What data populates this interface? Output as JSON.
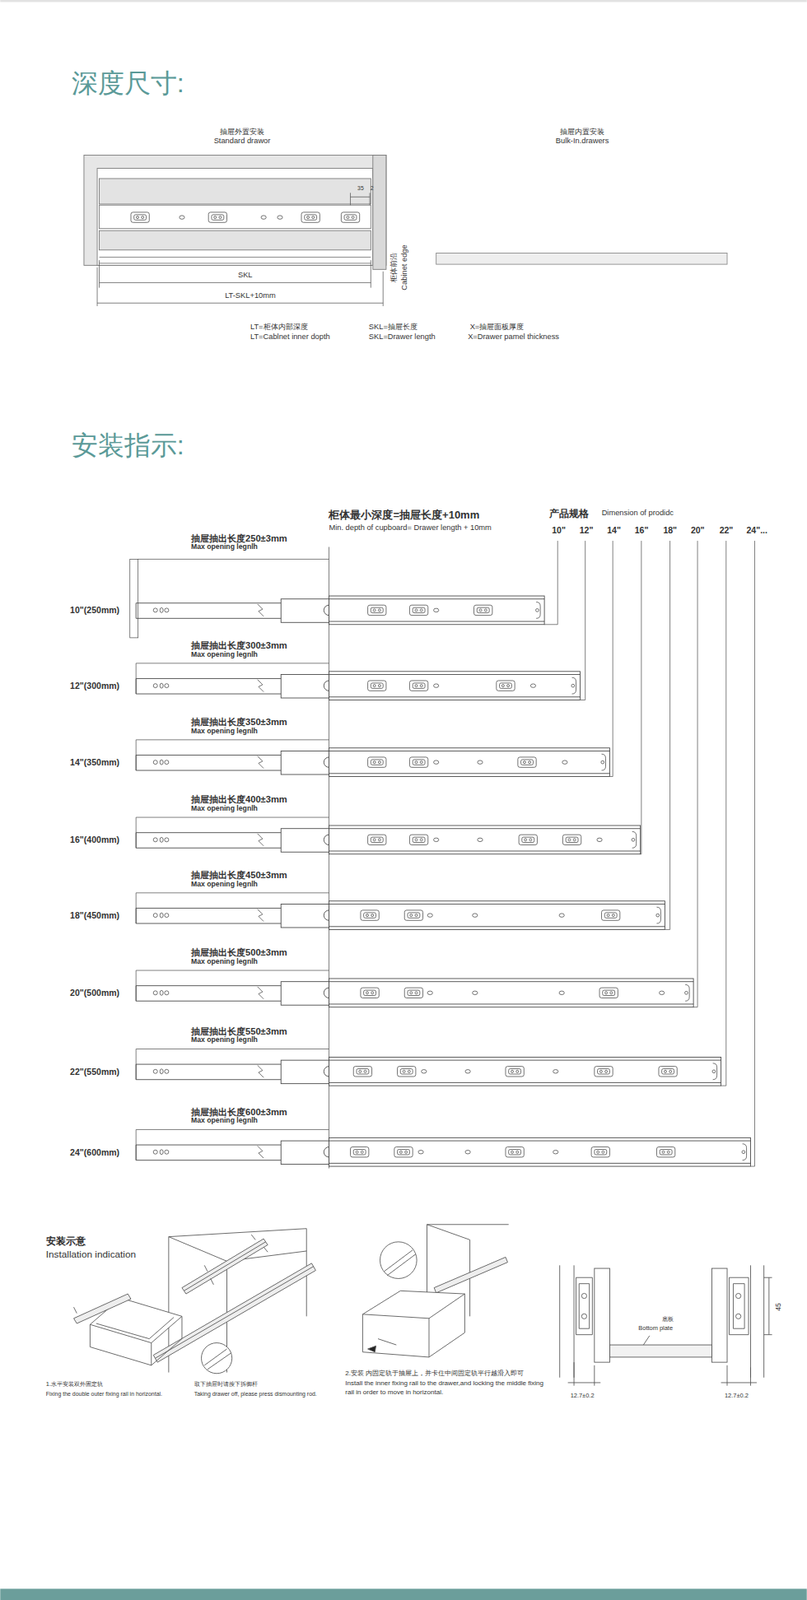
{
  "diagram": {
    "labels": [
      "深度尺寸:",
      "抽屉外置安装",
      "Standard drawor",
      "抽屉内置安装",
      "Bulk-In.drawers",
      "35",
      "2",
      "柜体前沿",
      "Cabinet edge",
      "SKL",
      "LT-SKL+10mm",
      "LT=柜体内部深度",
      "LT=Cablnet inner dopth",
      "SKL=抽屉长度",
      "SKL=Drawer length",
      "X=抽屉面板厚度",
      "X=Drawer pamel thickness",
      "安装指示:",
      "柜体最小深度=抽屉长度+10mm",
      "Min. depth of cupboard= Drawer length + 10mm",
      "产品规格",
      "Dimension of prodidc",
      "10\"",
      "12\"",
      "14\"",
      "16\"",
      "18\"",
      "20\"",
      "22\"",
      "24\"...",
      "抽屉抽出长度250±3mm",
      "Max opening legnlh",
      "10\"(250mm)",
      "抽屉抽出长度300±3mm",
      "Max opening legnlh",
      "12\"(300mm)",
      "抽屉抽出长度350±3mm",
      "Max opening legnlh",
      "14\"(350mm)",
      "抽屉抽出长度400±3mm",
      "Max opening legnlh",
      "16\"(400mm)",
      "抽屉抽出长度450±3mm",
      "Max opening legnlh",
      "18\"(450mm)",
      "抽屉抽出长度500±3mm",
      "Max opening legnlh",
      "20\"(500mm)",
      "抽屉抽出长度550±3mm",
      "Max opening legnlh",
      "22\"(550mm)",
      "抽屉抽出长度600±3mm",
      "Max opening legnlh",
      "24\"(600mm)",
      "安装示意",
      "Installation indication",
      "1.水平安装双外固定轨",
      "Fixing the double outer fixing rail in horizontal.",
      "取下抽屉时请按下拆御杆",
      "Taking drawer off, please press dismounting rod.",
      "2.安装 内固定轨于抽屉上，并卡住中间固定轨平行越滑入即可",
      "Install the inner fixing rail to the drawer,and locking the middle fixing rail in order to move in horizontal.",
      "底板",
      "Bottom plate",
      "45",
      "12.7±0.2",
      "12.7±0.2"
    ]
  }
}
